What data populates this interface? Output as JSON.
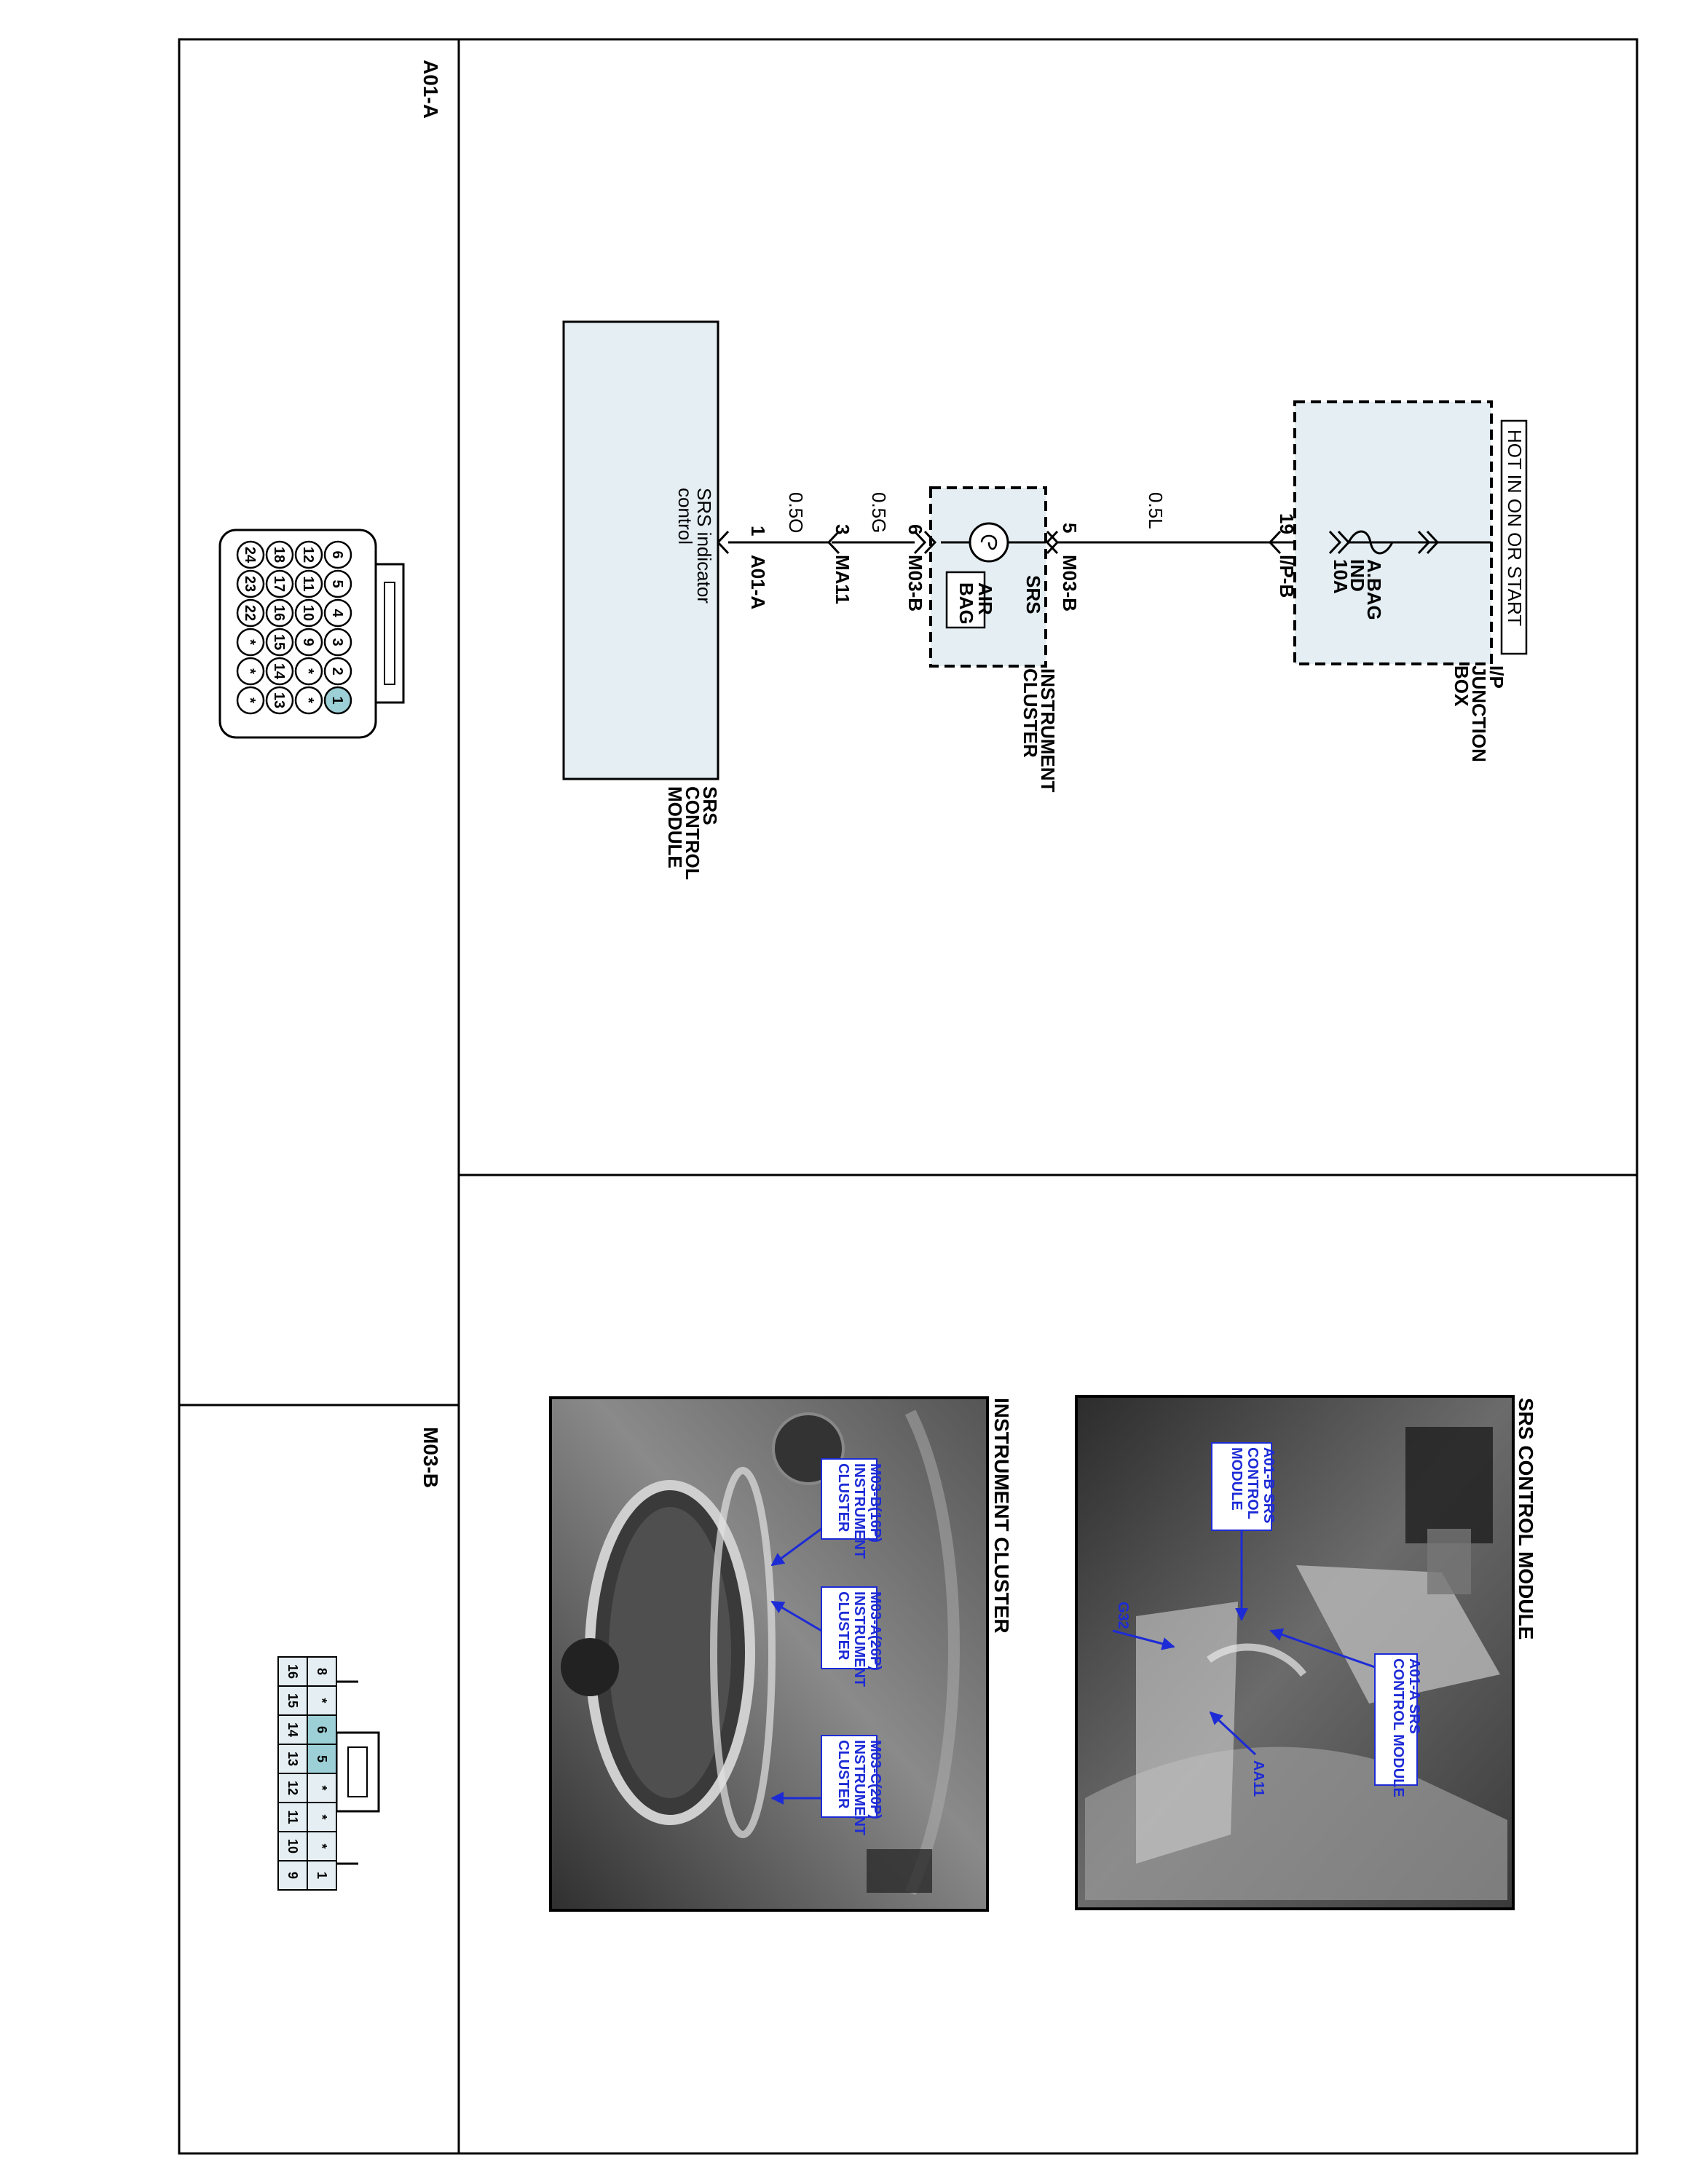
{
  "connector_views": {
    "a01a_title": "A01-A",
    "m03b_title": "M03-B",
    "a01a_pins": [
      "1",
      "2",
      "3",
      "4",
      "5",
      "6",
      "*",
      "*",
      "9",
      "10",
      "11",
      "12",
      "13",
      "14",
      "15",
      "16",
      "17",
      "18",
      "*",
      "*",
      "*",
      "22",
      "23",
      "24"
    ],
    "a01a_highlight_pin": "1",
    "m03b_top_row": [
      "8",
      "*",
      "6",
      "5",
      "*",
      "*",
      "*",
      "1"
    ],
    "m03b_bottom_row": [
      "16",
      "15",
      "14",
      "13",
      "12",
      "11",
      "10",
      "9"
    ],
    "m03b_highlight_pins": [
      "6",
      "5"
    ]
  },
  "schematic": {
    "power_label": "HOT IN ON OR START",
    "junction_box": [
      "I/P",
      "JUNCTION",
      "BOX"
    ],
    "fuse": [
      "A.BAG",
      "IND",
      "10A"
    ],
    "ipb_pin": "19",
    "ipb_connector": "I/P-B",
    "wire_1": "0.5L",
    "m03b_pin_in": "5",
    "m03b_connector_in": "M03-B",
    "srs_indicator": [
      "SRS"
    ],
    "airbag_box": [
      "AIR",
      "BAG"
    ],
    "instrument_cluster": [
      "INSTRUMENT",
      "CLUSTER"
    ],
    "m03b_pin_out": "6",
    "m03b_connector_out": "M03-B",
    "wire_2": "0.5G",
    "ma11_pin": "3",
    "ma11_connector": "MA11",
    "wire_3": "0.5O",
    "a01a_pin": "1",
    "a01a_connector": "A01-A",
    "module_internal": [
      "SRS indicator",
      "control"
    ],
    "module_name": [
      "SRS",
      "CONTROL",
      "MODULE"
    ]
  },
  "photos": {
    "srs_title": "SRS CONTROL MODULE",
    "srs_callouts": {
      "a01b": [
        "A01-B SRS",
        "CONTROL",
        "MODULE"
      ],
      "a01a": [
        "A01-A SRS",
        "CONTROL MODULE"
      ],
      "g32": "G32",
      "aa11": "AA11"
    },
    "cluster_title": "INSTRUMENT CLUSTER",
    "cluster_callouts": {
      "m03b": [
        "M03-B(16P)",
        "INSTRUMENT",
        "CLUSTER"
      ],
      "m03a": [
        "M03-A(26P)",
        "INSTRUMENT",
        "CLUSTER"
      ],
      "m03c": [
        "M03-C(20P)",
        "INSTRUMENT",
        "CLUSTER"
      ]
    }
  },
  "colors": {
    "fill_light": "#e4eef3",
    "pin_highlight": "#9ccfd6",
    "callout_blue": "#1d2bd6",
    "photo_dark": "#4a4a4a"
  }
}
